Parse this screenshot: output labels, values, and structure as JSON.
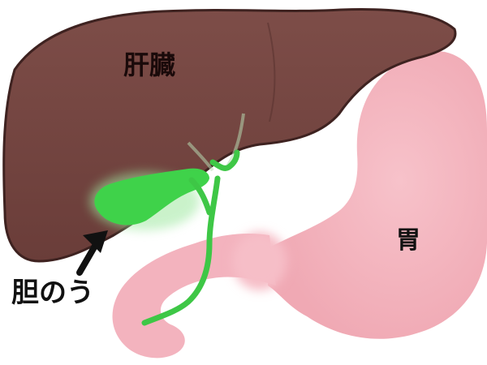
{
  "labels": {
    "liver": "肝臓",
    "stomach": "胃",
    "gallbladder": "胆のう"
  },
  "colors": {
    "liver": "#7a4a45",
    "liver_edge": "#3e2220",
    "stomach": "#f5b8c2",
    "duodenum": "#f3b3be",
    "gallbladder": "#3fd24a",
    "arrow": "#111111"
  }
}
